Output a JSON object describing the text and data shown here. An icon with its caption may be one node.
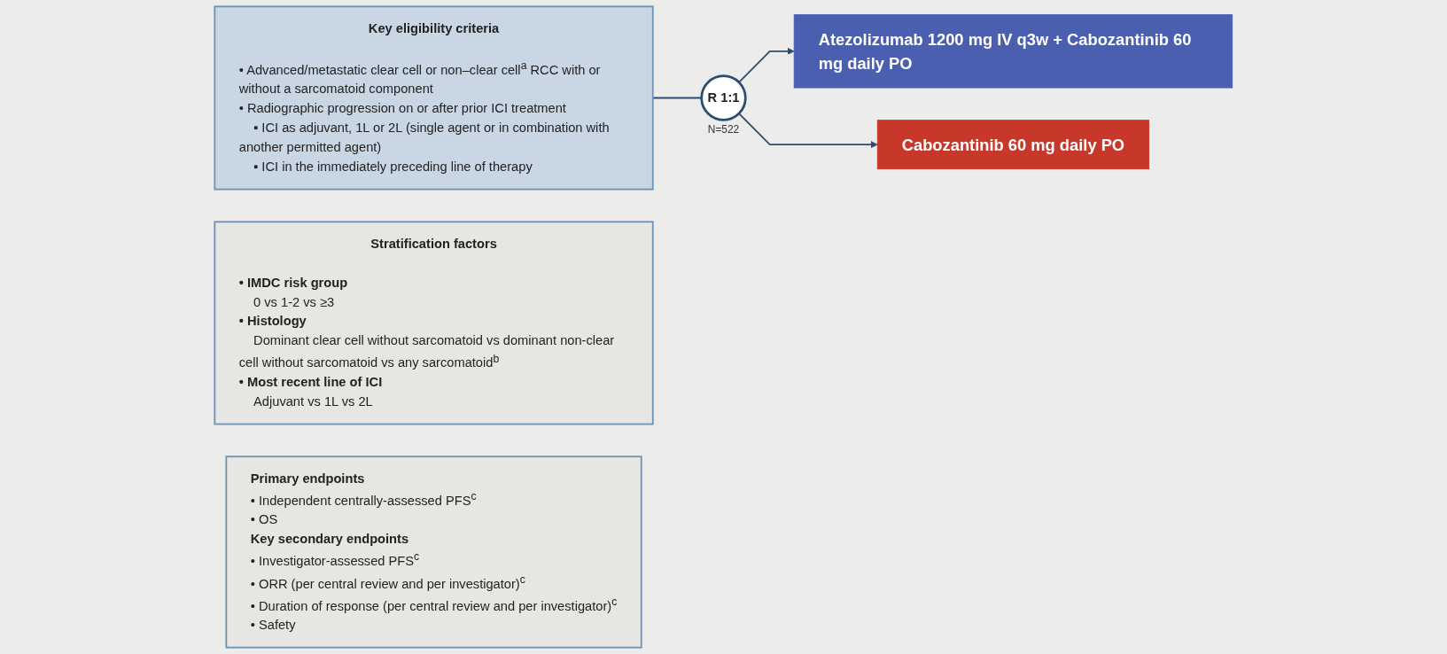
{
  "diagram": {
    "nodes": [
      {
        "text": [
          "Key eligibility criteria",
          "• Advanced/metastatic clear cell or non–clear cell$^{a}$ RCC with or without a sarcomatoid component",
          "• Radiographic progression on or after prior ICI treatment",
          "▪ ICI as adjuvant, 1L or 2L (single agent or in combination with another permitted agent)",
          "▪ ICI in the immediately preceding line of therapy"
        ]
      },
      {
        "text": [
          "R 1:1"
        ],
        "beside": [
          "N=522"
        ]
      },
      {
        "text": [
          "Atezolizumab 1200 mg IV q3w + Cabozantinib 60 mg daily PO"
        ]
      },
      {
        "text": [
          "Cabozantinib 60 mg daily PO"
        ]
      },
      {
        "text": [
          "Stratification factors",
          "• IMDC risk group",
          "0 vs 1-2 vs ≥3",
          "• Histology",
          "Dominant clear cell without sarcomatoid vs dominant non-clear cell without sarcomatoid vs any sarcomatoid$^{b}$",
          "• Most recent line of ICI",
          "Adjuvant vs 1L vs 2L"
        ]
      },
      {
        "text": [
          "Primary endpoints",
          "• Independent centrally-assessed PFS$^{c}$",
          "• OS",
          "Key secondary endpoints",
          "• Investigator-assessed PFS$^{c}$",
          "• ORR (per central review and per investigator)$^{c}$",
          "• Duration of response (per central review and per investigator)$^{c}$",
          "• Safety"
        ]
      }
    ],
    "edges": [
      {
        "from": 0,
        "to": 1,
        "arrow": "none"
      },
      {
        "from": 1,
        "to": 2,
        "arrow": "to"
      },
      {
        "from": 1,
        "to": 3,
        "arrow": "to"
      }
    ]
  }
}
